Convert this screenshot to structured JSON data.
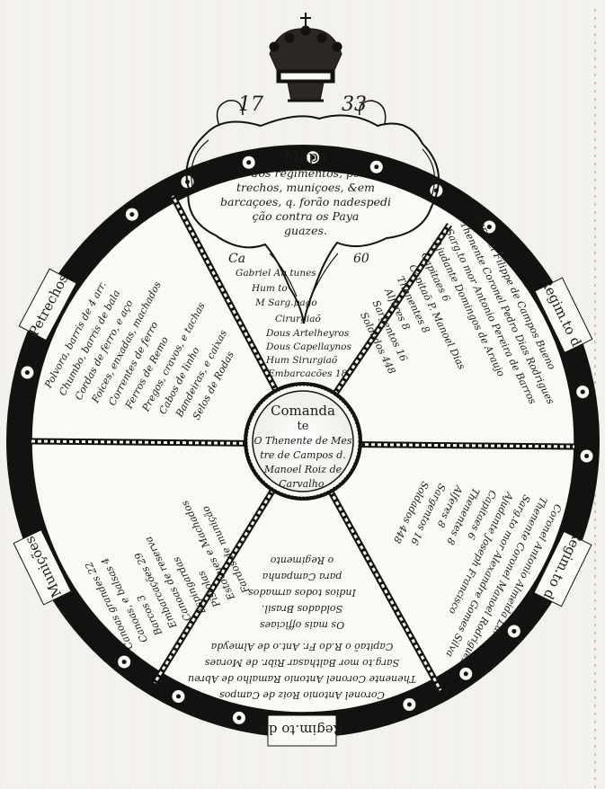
{
  "year_left": "17",
  "year_right": "33",
  "cartouche": {
    "line1": "Mapa",
    "line2": "dos regimentos, pe",
    "line3": "trechos, muniçoes, &em",
    "line4": "barcaçoes, q. forão nadespedi",
    "line5": "ção contra os Paya",
    "line6": "guazes."
  },
  "center": {
    "line1": "Comanda",
    "line2": "te",
    "line3": "O Thenente de Mes",
    "line4": "tre de Campos d.",
    "line5": "Manoel Roiz de",
    "line6": "Carvalho."
  },
  "ring_labels": {
    "top_left": "Petrechos",
    "top_right": "Regim.to do",
    "right": "Regim.to do",
    "bottom": "Regim.to de",
    "left": "Munições"
  },
  "sector_top": {
    "l1": "Ca",
    "l2": "60",
    "l3": "Gabriel  An   tunes",
    "l4": "Hum     to",
    "l5": "M     Sarg.pago",
    "l6": "Cirurgiaõ",
    "l7": "Dous  Artelheyros",
    "l8": "Dous  Capellaynos",
    "l9": "Hum  Sirurgiaõ",
    "l10": "Embarcacões 18."
  },
  "sector_top_right": {
    "l1": "Coronel Filippe de Campos Bueno",
    "l2": "Thenente Coronel Pedro Dias Rodrigues",
    "l3": "Sarg.to mor Antonio Pereira de Barros",
    "l4": "Ajudante Domingos de Araujo",
    "l5": "Capitaes 6",
    "l6": "Capitaõ P. Manoel Dias",
    "l7": "Thenentes 8",
    "l8": "Alferes 8",
    "l9": "Sargentos 16",
    "l10": "Soldados 448"
  },
  "sector_bottom_right": {
    "l1": "Coronel Antonio Almeida Lara",
    "l2": "Thenente Coronel Manoel Rodrigues",
    "l3": "Sarg.to mor Alexandre Gomes Silva",
    "l4": "Ajudante Joseph Francisco",
    "l5": "Capitaes 6",
    "l6": "Thenentes 8",
    "l7": "Alferes 8",
    "l8": "Sargentos 16",
    "l9": "Soldados 448"
  },
  "sector_bottom": {
    "l1": "Coronel Antonio Roiz de Campos",
    "l2": "Thenente Coronel Antonio Ramalho de Abreu",
    "l3": "Sarg.to mor Balthasar Ribr. de Moraes",
    "l4": "Capitaõ o R.do Fr. Ant.o de Almeyda",
    "l5": "Os mais officiaes",
    "l6": "Soldados Brasil.",
    "l7": "Indios todos armados",
    "l8": "para Campanha",
    "l9": "o Regimento"
  },
  "sector_bottom_left": {
    "l1": "Canoas grandes 22",
    "l2": "Canoas, e balsas 4",
    "l3": "Barcos 3",
    "l4": "Embarcações 29",
    "l5": "Canoas de reserva",
    "l6": "Espingardas",
    "l7": "Pistolas",
    "l8": "Estoques e Machados",
    "l9": "Fardos de munição"
  },
  "sector_top_left": {
    "l1": "Polvora, barris de 4 arr.",
    "l2": "Chumbo, barris de bala",
    "l3": "Cordas de ferro, e aço",
    "l4": "Foices, enxadas, machados",
    "l5": "Correntes de ferro",
    "l6": "Ferros de Remo",
    "l7": "Pregos, cravos, e tachas",
    "l8": "Cabos de linho",
    "l9": "Bandeiras, e caixas",
    "l10": "Selos de Rodas"
  }
}
